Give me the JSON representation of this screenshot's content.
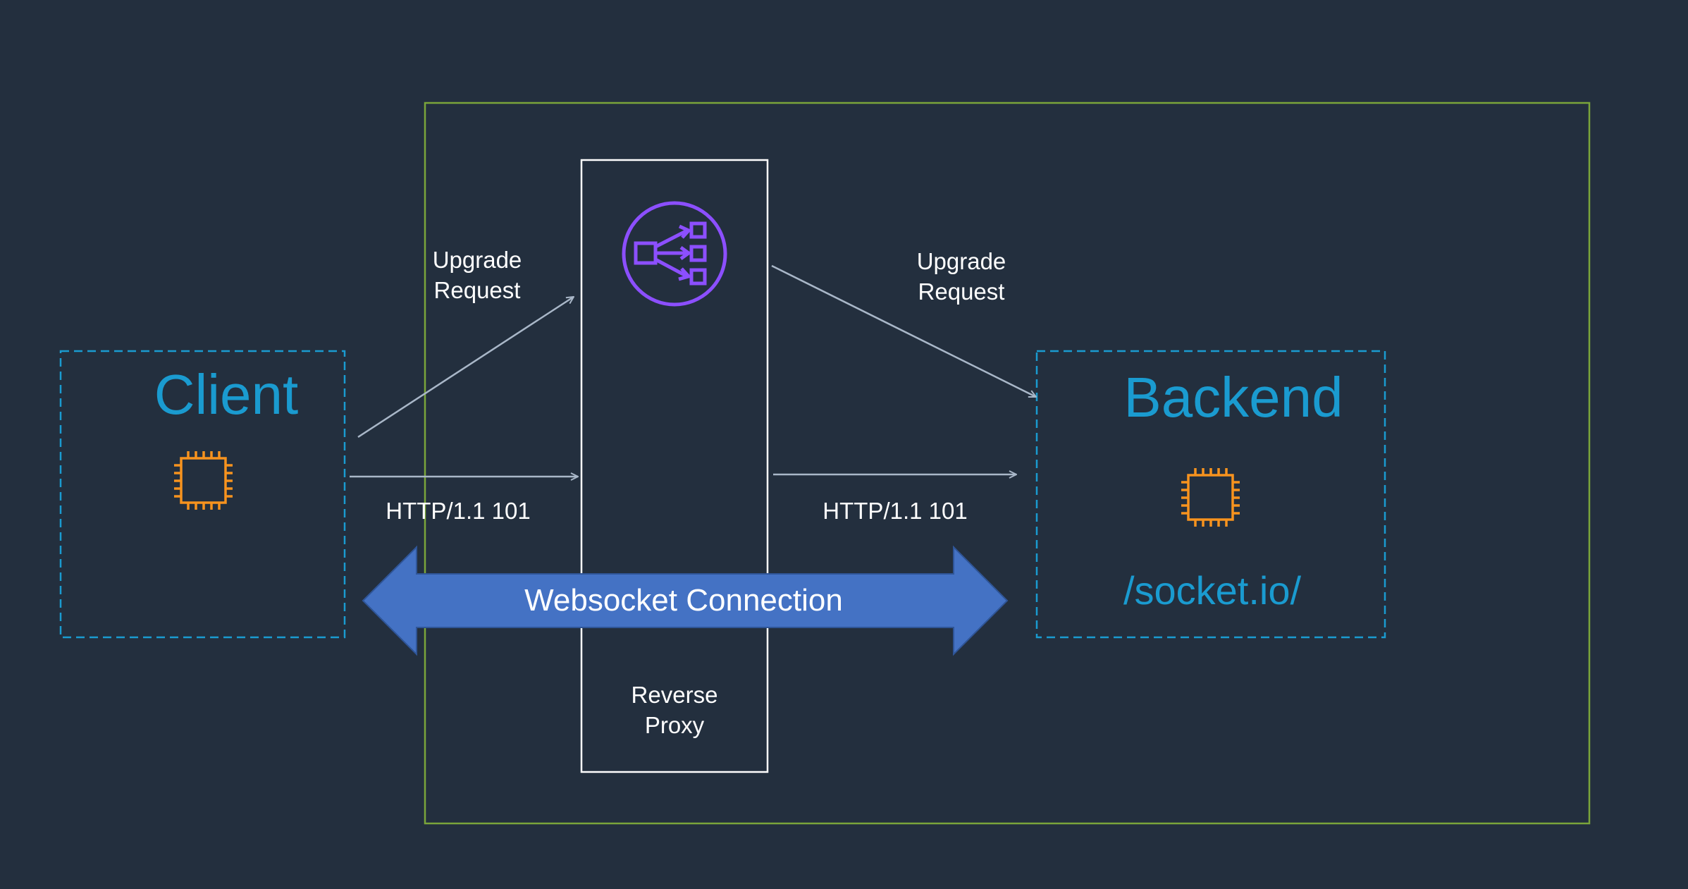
{
  "client": {
    "title": "Client"
  },
  "backend": {
    "title": "Backend",
    "path": "/socket.io/"
  },
  "proxy": {
    "label_line1": "Reverse",
    "label_line2": "Proxy"
  },
  "flows": {
    "upgrade_left_line1": "Upgrade",
    "upgrade_left_line2": "Request",
    "upgrade_right_line1": "Upgrade",
    "upgrade_right_line2": "Request",
    "response_left": "HTTP/1.1 101",
    "response_right": "HTTP/1.1 101"
  },
  "connection": {
    "label": "Websocket Connection"
  },
  "icons": {
    "client": "chip-icon",
    "backend": "chip-icon",
    "proxy": "load-balancer-icon"
  },
  "colors": {
    "background": "#232f3e",
    "accent_text": "#1a9bd0",
    "dashed_box": "#1a9bd0",
    "vpc_border": "#7aa53a",
    "chip": "#f7931e",
    "load_balancer": "#8c4fff",
    "arrow": "#a9b7c8",
    "websocket_arrow": "#4472c4"
  }
}
